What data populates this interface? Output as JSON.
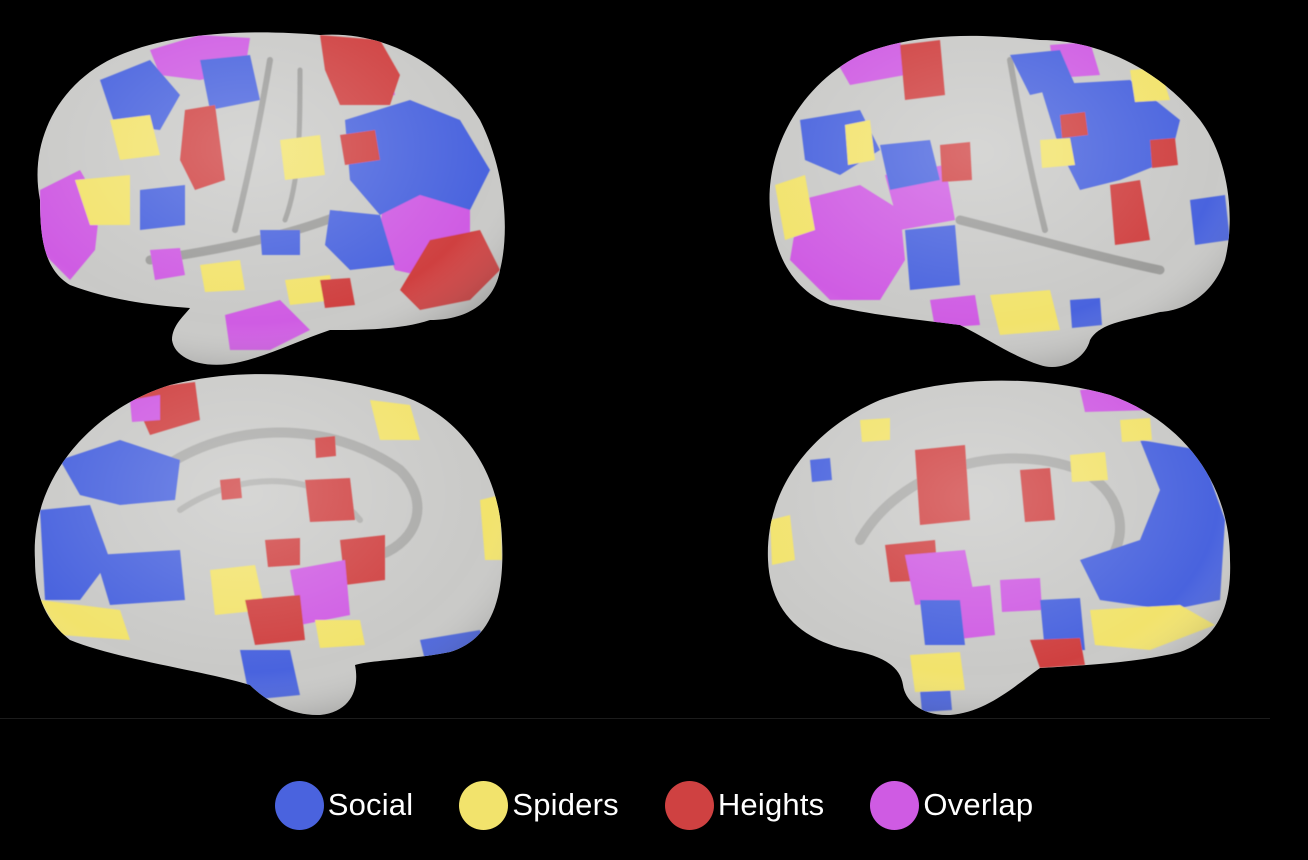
{
  "colors": {
    "background": "#000000",
    "cortex": "#c9c9c7",
    "sulcus": "#9c9c9a"
  },
  "legend": [
    {
      "key": "social",
      "label": "Social",
      "color": "#4a63de"
    },
    {
      "key": "spiders",
      "label": "Spiders",
      "color": "#f2e36c"
    },
    {
      "key": "heights",
      "label": "Heights",
      "color": "#cf4141"
    },
    {
      "key": "overlap",
      "label": "Overlap",
      "color": "#cf5be3"
    }
  ]
}
